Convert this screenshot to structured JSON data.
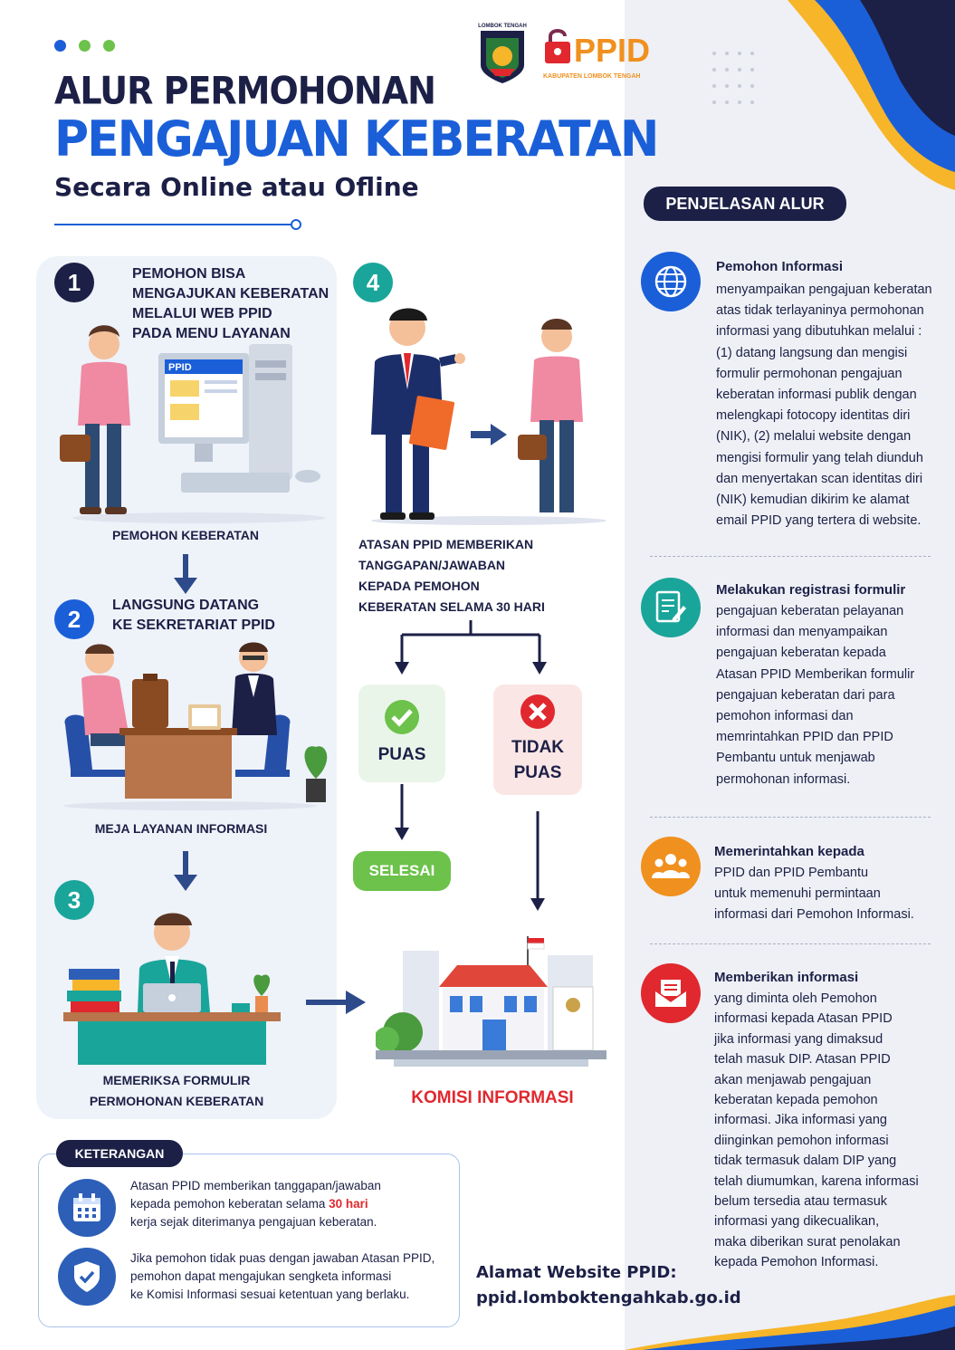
{
  "header": {
    "title_line1": "ALUR PERMOHONAN",
    "title_line2": "PENGAJUAN KEBERATAN",
    "subtitle": "Secara Online atau Ofline"
  },
  "logos": {
    "regency_label": "LOMBOK TENGAH",
    "ppid_text": "PPID",
    "ppid_sub": "KABUPATEN LOMBOK TENGAH"
  },
  "steps": {
    "step1": {
      "number": "1",
      "text": [
        "PEMOHON BISA",
        "MENGAJUKAN KEBERATAN",
        "MELALUI WEB PPID",
        "PADA MENU LAYANAN"
      ],
      "screen_label": "PPID",
      "caption": "PEMOHON KEBERATAN"
    },
    "step2": {
      "number": "2",
      "text": [
        "LANGSUNG DATANG",
        "KE SEKRETARIAT PPID"
      ],
      "caption": "MEJA LAYANAN INFORMASI"
    },
    "step3": {
      "number": "3",
      "caption": [
        "MEMERIKSA FORMULIR",
        "PERMOHONAN KEBERATAN"
      ]
    },
    "step4": {
      "number": "4",
      "caption": [
        "ATASAN PPID MEMBERIKAN",
        "TANGGAPAN/JAWABAN",
        "KEPADA PEMOHON",
        "KEBERATAN SELAMA 30 HARI"
      ]
    }
  },
  "outcomes": {
    "puas": "PUAS",
    "tidak_puas": [
      "TIDAK",
      "PUAS"
    ],
    "selesai": "SELESAI",
    "komisi": "KOMISI INFORMASI"
  },
  "explanation": {
    "badge": "PENJELASAN ALUR",
    "items": [
      {
        "icon": "globe-icon",
        "heading": "Pemohon Informasi",
        "lines": [
          "menyampaikan pengajuan keberatan",
          "atas tidak terlayaninya permohonan",
          "informasi yang dibutuhkan melalui :",
          "(1) datang langsung dan mengisi",
          "formulir permohonan pengajuan",
          "keberatan informasi publik dengan",
          "melengkapi fotocopy identitas diri",
          "(NIK), (2) melalui website dengan",
          "mengisi formulir yang telah diunduh",
          "dan menyertakan scan identitas diri",
          "(NIK) kemudian dikirim ke alamat",
          "email PPID yang tertera di website."
        ]
      },
      {
        "icon": "form-edit-icon",
        "heading": "Melakukan registrasi formulir",
        "lines": [
          "pengajuan keberatan pelayanan",
          "informasi dan menyampaikan",
          "pengajuan keberatan kepada",
          "Atasan PPID Memberikan formulir",
          "pengajuan keberatan dari para",
          "pemohon informasi dan",
          "memrintahkan PPID dan PPID",
          "Pembantu untuk menjawab",
          "permohonan informasi."
        ]
      },
      {
        "icon": "group-icon",
        "heading": "Memerintahkan kepada",
        "lines": [
          "PPID dan PPID Pembantu",
          "untuk memenuhi permintaan",
          "informasi dari Pemohon Informasi."
        ]
      },
      {
        "icon": "mail-icon",
        "heading": "Memberikan informasi",
        "lines": [
          "yang diminta oleh Pemohon",
          "informasi kepada Atasan PPID",
          "jika informasi yang dimaksud",
          "telah masuk DIP. Atasan PPID",
          "akan menjawab pengajuan",
          "keberatan kepada pemohon",
          "informasi. Jika informasi yang",
          "diinginkan pemohon informasi",
          "tidak termasuk dalam DIP yang",
          "telah diumumkan, karena informasi",
          "belum tersedia atau termasuk",
          "informasi yang dikecualikan,",
          "maka diberikan surat penolakan",
          "kepada Pemohon Informasi."
        ]
      }
    ]
  },
  "keterangan": {
    "badge": "KETERANGAN",
    "note1_a": "Atasan PPID memberikan tanggapan/jawaban",
    "note1_b": "kepada pemohon keberatan selama ",
    "note1_highlight": "30 hari",
    "note1_c": "kerja sejak diterimanya pengajuan keberatan.",
    "note2": [
      "Jika pemohon tidak puas dengan jawaban Atasan PPID,",
      "pemohon dapat mengajukan sengketa informasi",
      "ke Komisi Informasi sesuai ketentuan yang berlaku."
    ]
  },
  "website": {
    "label": "Alamat Website PPID:",
    "url": "ppid.lomboktengahkab.go.id"
  },
  "colors": {
    "navy": "#1c2046",
    "blue": "#1a5fd8",
    "green": "#6cc24a",
    "red": "#e0282e",
    "orange": "#f0901e"
  }
}
